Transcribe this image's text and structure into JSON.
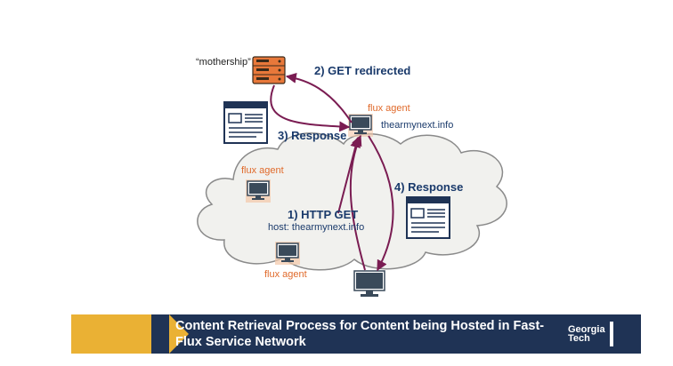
{
  "diagram": {
    "mothership_label": "“mothership”",
    "steps": {
      "step1": "1) HTTP GET",
      "step1_host": "host: thearmynext.info",
      "step2": "2) GET redirected",
      "step3": "3) Response",
      "step4": "4) Response"
    },
    "flux_agent_label": "flux agent",
    "domain": "thearmynext.info"
  },
  "banner": {
    "title": "Content Retrieval Process for Content being Hosted in Fast-Flux Service Network",
    "logo_line1": "Georgia",
    "logo_line2": "Tech"
  },
  "colors": {
    "cloud_fill": "#f1f1ee",
    "arrow": "#7a1c52",
    "server": "#e8783a",
    "monitor": "#3a4a5a",
    "gold": "#eab134",
    "navy": "#1f3355",
    "label_blue": "#1a3a6b",
    "flux_orange": "#e06a2b"
  }
}
